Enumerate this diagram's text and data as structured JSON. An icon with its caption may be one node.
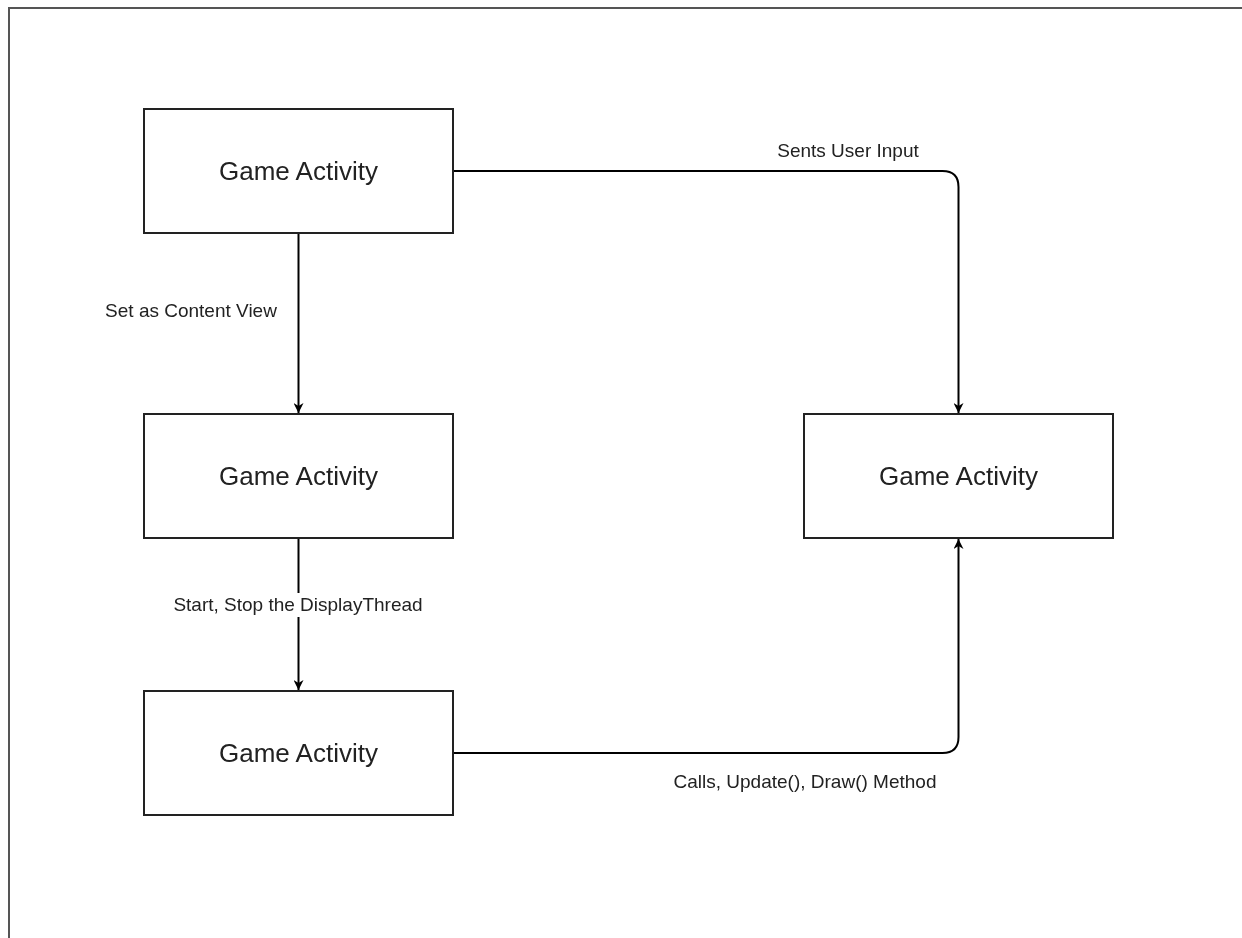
{
  "diagram": {
    "nodes": [
      {
        "text": [
          "Game Activity"
        ]
      },
      {
        "text": [
          "Game Activity"
        ]
      },
      {
        "text": [
          "Game Activity"
        ]
      },
      {
        "text": [
          "Game Activity"
        ]
      }
    ],
    "edges": [
      {
        "from": 0,
        "to": 1,
        "arrow": "to",
        "label": "Set as Content View"
      },
      {
        "from": 1,
        "to": 2,
        "arrow": "to",
        "label": "Start, Stop the DisplayThread"
      },
      {
        "from": 0,
        "to": 3,
        "arrow": "to",
        "label": "Sents User Input"
      },
      {
        "from": 2,
        "to": 3,
        "arrow": "to",
        "label": "Calls, Update(), Draw() Method"
      }
    ]
  }
}
